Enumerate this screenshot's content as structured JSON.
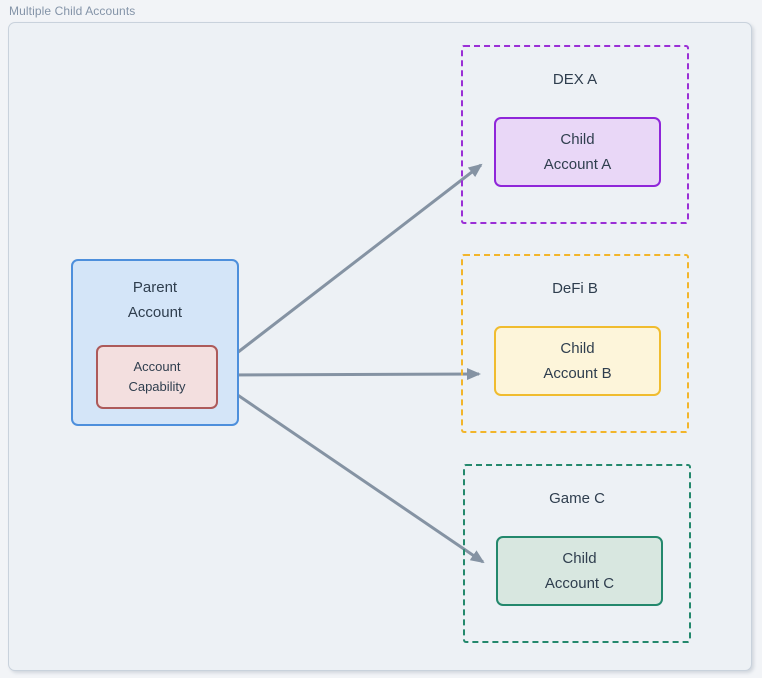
{
  "figure": {
    "title": "Multiple Child Accounts"
  },
  "diagram": {
    "parent": {
      "label_line1": "Parent",
      "label_line2": "Account",
      "capability_line1": "Account",
      "capability_line2": "Capability",
      "box_bg": "#d4e5f8",
      "box_border": "#4d8fdc",
      "capability_bg": "#f3dfdf",
      "capability_border": "#ad5a5a"
    },
    "groups": [
      {
        "label": "DEX A",
        "child_line1": "Child",
        "child_line2": "Account A",
        "group_border": "#9b2fd6",
        "child_bg": "#e9d7f7",
        "child_border": "#8f26d9"
      },
      {
        "label": "DeFi B",
        "child_line1": "Child",
        "child_line2": "Account B",
        "group_border": "#f2b52b",
        "child_bg": "#fdf5da",
        "child_border": "#f0bc2e"
      },
      {
        "label": "Game C",
        "child_line1": "Child",
        "child_line2": "Account C",
        "group_border": "#23886c",
        "child_bg": "#d8e7e0",
        "child_border": "#23886c"
      }
    ],
    "arrow_color": "#8593a3",
    "text_color": "#2f3e4e",
    "canvas_bg": "#edf1f5",
    "page_bg": "#f2f4f7"
  }
}
